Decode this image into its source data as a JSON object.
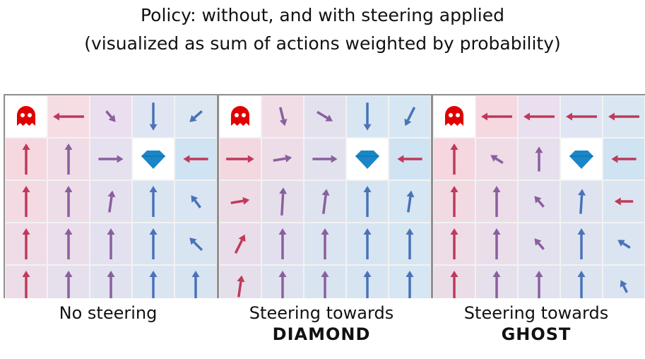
{
  "title": {
    "line1": "Policy: without, and with steering applied",
    "line2": "(visualized as sum of actions weighted by probability)"
  },
  "colors": {
    "ghost": "#e00000",
    "diamond": "#1a86c8",
    "red_arrow": "#c0395a",
    "purple_arrow": "#8a5f9e",
    "blue_arrow": "#4a72b8",
    "grid_border": "#8f8f8f"
  },
  "panels": [
    {
      "caption_line1": "No steering",
      "caption_line2": "",
      "ghost_cell": [
        0,
        0
      ],
      "diamond_cell": [
        3,
        1
      ],
      "cell_tints": [
        [
          "#ffffff",
          "#f6dde4",
          "#eadfee",
          "#dfe5f2",
          "#dde7f2"
        ],
        [
          "#f6d8e0",
          "#f0dce6",
          "#e6e1ee",
          "#ffffff",
          "#cfe3f3"
        ],
        [
          "#f3dae3",
          "#ecdde8",
          "#e5e0ee",
          "#dae5f1",
          "#d9e5f2"
        ],
        [
          "#efdce6",
          "#e9dee9",
          "#e3e1ef",
          "#dbe4f1",
          "#d9e4f1"
        ],
        [
          "#ecdde8",
          "#e6dfec",
          "#e0e2ef",
          "#dbe4f1",
          "#d9e4f1"
        ]
      ],
      "arrows": [
        [
          0,
          1,
          0,
          -1
        ],
        [
          1,
          0,
          -1,
          0
        ],
        [
          1,
          1,
          0,
          -1
        ],
        [
          2,
          0,
          0.3,
          0.35
        ],
        [
          3,
          0,
          0,
          0.9
        ],
        [
          4,
          0,
          -0.4,
          0.35
        ],
        [
          2,
          1,
          0.8,
          0
        ],
        [
          4,
          1,
          -0.8,
          0
        ],
        [
          0,
          2,
          0,
          -1
        ],
        [
          1,
          2,
          0,
          -1
        ],
        [
          2,
          2,
          0.1,
          -0.7
        ],
        [
          3,
          2,
          0,
          -1
        ],
        [
          4,
          2,
          -0.3,
          -0.4
        ],
        [
          0,
          3,
          0,
          -1
        ],
        [
          1,
          3,
          0,
          -1
        ],
        [
          2,
          3,
          0,
          -1
        ],
        [
          3,
          3,
          0,
          -1
        ],
        [
          4,
          3,
          -0.4,
          -0.4
        ],
        [
          0,
          4,
          0,
          -1
        ],
        [
          1,
          4,
          0,
          -1
        ],
        [
          2,
          4,
          0,
          -1
        ],
        [
          3,
          4,
          0,
          -1
        ],
        [
          4,
          4,
          0,
          -1
        ]
      ]
    },
    {
      "caption_line1": "Steering towards",
      "caption_line2": "DIAMOND",
      "ghost_cell": [
        0,
        0
      ],
      "diamond_cell": [
        3,
        1
      ],
      "cell_tints": [
        [
          "#ffffff",
          "#f0dde6",
          "#e4e1ee",
          "#d8e6f3",
          "#d6e7f3"
        ],
        [
          "#f3d8e0",
          "#ecdde8",
          "#e2e2ef",
          "#ffffff",
          "#cfe3f3"
        ],
        [
          "#eddce6",
          "#e5dfec",
          "#dee3f0",
          "#d7e5f2",
          "#d6e6f2"
        ],
        [
          "#e8dde9",
          "#e2e0ee",
          "#dbe4f1",
          "#d7e5f2",
          "#d6e6f2"
        ],
        [
          "#e5dfec",
          "#dfe2ef",
          "#d9e4f1",
          "#d7e5f2",
          "#d6e6f2"
        ]
      ],
      "arrows": [
        [
          1,
          0,
          0.15,
          0.6
        ],
        [
          2,
          0,
          0.5,
          0.3
        ],
        [
          3,
          0,
          0,
          0.9
        ],
        [
          4,
          0,
          -0.3,
          0.6
        ],
        [
          0,
          1,
          0.9,
          0
        ],
        [
          1,
          1,
          0.6,
          -0.1
        ],
        [
          2,
          1,
          0.8,
          0
        ],
        [
          4,
          1,
          -0.8,
          0
        ],
        [
          0,
          2,
          0.6,
          -0.1
        ],
        [
          1,
          2,
          0.05,
          -0.9
        ],
        [
          2,
          2,
          0.1,
          -0.8
        ],
        [
          3,
          2,
          0,
          -1
        ],
        [
          4,
          2,
          0.1,
          -0.7
        ],
        [
          0,
          3,
          0.3,
          -0.6
        ],
        [
          1,
          3,
          0,
          -1
        ],
        [
          2,
          3,
          0,
          -1
        ],
        [
          3,
          3,
          0,
          -1
        ],
        [
          4,
          3,
          0,
          -1
        ],
        [
          0,
          4,
          0.1,
          -0.7
        ],
        [
          1,
          4,
          0,
          -1
        ],
        [
          2,
          4,
          0,
          -1
        ],
        [
          3,
          4,
          0,
          -1
        ],
        [
          4,
          4,
          0,
          -1
        ]
      ]
    },
    {
      "caption_line1": "Steering towards",
      "caption_line2": "GHOST",
      "ghost_cell": [
        0,
        0
      ],
      "diamond_cell": [
        3,
        1
      ],
      "cell_tints": [
        [
          "#ffffff",
          "#f5d8e0",
          "#eadfee",
          "#dfe5f2",
          "#dae7f3"
        ],
        [
          "#f6d6df",
          "#efdce6",
          "#e8dfed",
          "#ffffff",
          "#cfe3f3"
        ],
        [
          "#f2dae3",
          "#ecdde8",
          "#e5e0ee",
          "#dfe3f0",
          "#dbe5f1"
        ],
        [
          "#eedce6",
          "#e9dee9",
          "#e4e1ee",
          "#dfe3f0",
          "#dbe5f1"
        ],
        [
          "#ebdde8",
          "#e6dfec",
          "#e2e1ee",
          "#dee3f0",
          "#dbe5f1"
        ]
      ],
      "arrows": [
        [
          1,
          0,
          -1,
          0
        ],
        [
          2,
          0,
          -1,
          0
        ],
        [
          3,
          0,
          -1,
          0
        ],
        [
          4,
          0,
          -1,
          0
        ],
        [
          0,
          1,
          0,
          -1
        ],
        [
          1,
          1,
          -0.4,
          -0.25
        ],
        [
          2,
          1,
          0,
          -0.8
        ],
        [
          4,
          1,
          -0.8,
          0
        ],
        [
          0,
          2,
          0,
          -1
        ],
        [
          1,
          2,
          0,
          -1
        ],
        [
          2,
          2,
          -0.3,
          -0.35
        ],
        [
          3,
          2,
          0.05,
          -0.8
        ],
        [
          4,
          2,
          -0.6,
          0
        ],
        [
          0,
          3,
          0,
          -1
        ],
        [
          1,
          3,
          0,
          -1
        ],
        [
          2,
          3,
          -0.3,
          -0.35
        ],
        [
          3,
          3,
          0,
          -1
        ],
        [
          4,
          3,
          -0.4,
          -0.25
        ],
        [
          0,
          4,
          0,
          -1
        ],
        [
          1,
          4,
          0,
          -1
        ],
        [
          2,
          4,
          0,
          -1
        ],
        [
          3,
          4,
          0,
          -1
        ],
        [
          4,
          4,
          -0.2,
          -0.4
        ]
      ]
    }
  ]
}
